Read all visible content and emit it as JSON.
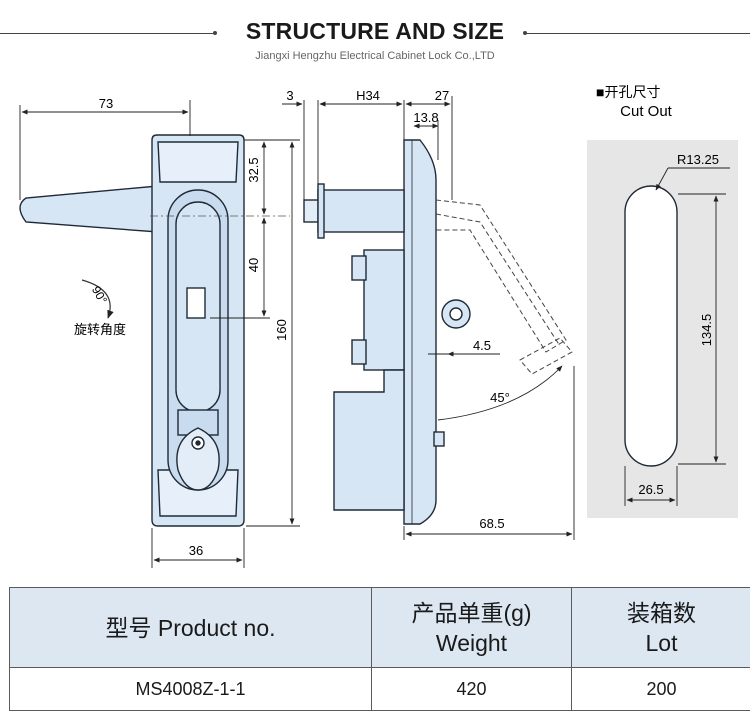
{
  "header": {
    "title": "STRUCTURE AND SIZE",
    "subtitle": "Jiangxi Hengzhu Electrical Cabinet Lock Co.,LTD"
  },
  "front_view": {
    "dim_width_handle": "73",
    "dim_top": "32.5",
    "dim_middle": "40",
    "dim_total_height": "160",
    "dim_bottom_width": "36",
    "rotation_angle": "90°",
    "rotation_label": "旋转角度"
  },
  "side_view": {
    "dim_3": "3",
    "dim_h34": "H34",
    "dim_27": "27",
    "dim_13_8": "13.8",
    "dim_4_5": "4.5",
    "angle": "45°",
    "dim_68_5": "68.5"
  },
  "cutout": {
    "title_cn": "■开孔尺寸",
    "title_en": "Cut Out",
    "radius": "R13.25",
    "height": "134.5",
    "width": "26.5"
  },
  "table": {
    "headers": {
      "product_no": "型号 Product no.",
      "weight_cn": "产品单重(g)",
      "weight_en": "Weight",
      "lot_cn": "装箱数",
      "lot_en": "Lot"
    },
    "rows": [
      {
        "product_no": "MS4008Z-1-1",
        "weight": "420",
        "lot": "200"
      }
    ]
  },
  "colors": {
    "part_fill": "#d7e6f5",
    "part_stroke": "#1f2a36",
    "cutout_bg": "#e6e6e6",
    "table_header_bg": "#dde7f2"
  }
}
